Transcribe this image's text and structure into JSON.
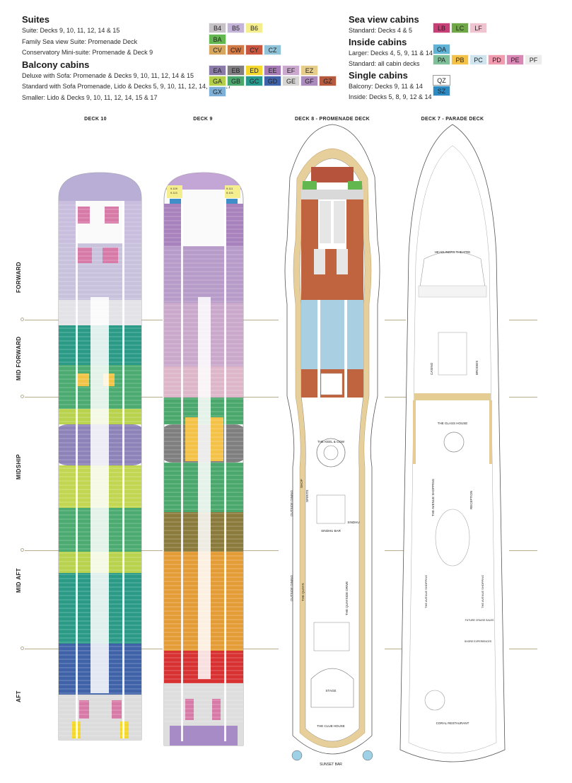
{
  "legend": {
    "suites": {
      "heading": "Suites",
      "lines": [
        "Suite: Decks 9, 10, 11, 12, 14 & 15",
        "Family Sea view Suite: Promenade Deck",
        "Conservatory Mini-suite: Promenade & Deck 9"
      ],
      "rows": [
        [
          "B4",
          "B5",
          "B6"
        ],
        [
          "BA"
        ],
        [
          "CV",
          "CW",
          "CY",
          "CZ"
        ]
      ]
    },
    "balcony": {
      "heading": "Balcony cabins",
      "lines": [
        "Deluxe with Sofa: Promenade & Decks 9, 10, 11, 12, 14 & 15",
        "Standard with Sofa Promenade, Lido & Decks 5, 9, 10, 11, 12, 14, 15 & 17",
        "Smaller: Lido & Decks 9, 10, 11, 12, 14, 15 & 17"
      ],
      "rows": [
        [
          "EA",
          "EB",
          "ED",
          "EE",
          "EF",
          "EZ"
        ],
        [
          "GA",
          "GB",
          "GC",
          "GD",
          "GE",
          "GF",
          "GZ"
        ],
        [
          "GX"
        ]
      ]
    },
    "sea_view": {
      "heading": "Sea view cabins",
      "lines": [
        "Standard: Decks 4 & 5"
      ],
      "rows": [
        [
          "LB",
          "LC",
          "LF"
        ]
      ]
    },
    "inside": {
      "heading": "Inside cabins",
      "lines": [
        "Larger: Decks 4, 5, 9, 11 & 14",
        "Standard: all cabin decks"
      ],
      "rows": [
        [
          "OA"
        ],
        [
          "PA",
          "PB",
          "PC",
          "PD",
          "PE",
          "PF"
        ]
      ]
    },
    "single": {
      "heading": "Single cabins",
      "lines": [
        "Balcony: Decks 9, 11 & 14",
        "Inside: Decks 5, 8, 9, 12 & 14"
      ],
      "rows": [
        [
          "QZ"
        ],
        [
          "SZ"
        ]
      ]
    }
  },
  "chip_colors": {
    "B4": "#c7c2c5",
    "B5": "#c4b4d8",
    "B6": "#f5ee8f",
    "BA": "#62b74e",
    "CV": "#d6a65c",
    "CW": "#d27a45",
    "CY": "#c9553f",
    "CZ": "#8fc3d8",
    "EA": "#8a7aa8",
    "EB": "#807e80",
    "ED": "#f3d72a",
    "EE": "#a67bb5",
    "EF": "#cba9cf",
    "EZ": "#e7cd8a",
    "GA": "#b3cf4a",
    "GB": "#4aa86d",
    "GC": "#27988e",
    "GD": "#3f62a8",
    "GE": "#d7d5d3",
    "GF": "#ab8bbb",
    "GZ": "#b5593f",
    "GX": "#7cb0d8",
    "LB": "#c83e77",
    "LC": "#6fa747",
    "LF": "#f0c3d1",
    "OA": "#5fb3d7",
    "PA": "#7fc09b",
    "PB": "#f3c247",
    "PC": "#cfe4ee",
    "PD": "#f09bb0",
    "PE": "#d988b5",
    "PF": "#ececec",
    "QZ": "#ffffff",
    "SZ": "#2e8ac2"
  },
  "decks": [
    {
      "title": "DECK 10"
    },
    {
      "title": "DECK 9"
    },
    {
      "title": "DECK 8 - PROMENADE DECK"
    },
    {
      "title": "DECK 7 - PARADE DECK"
    }
  ],
  "zones": [
    "FORWARD",
    "MID FORWARD",
    "MIDSHIP",
    "MID AFT",
    "AFT"
  ],
  "venues": {
    "headliners": "HEADLINERS THEATRE",
    "casino": "CASINO",
    "brodies": "BRODIES",
    "glass_house": "THE GLASS HOUSE",
    "avenue_shopping": "THE AVENUE SHOPPING",
    "reception": "RECEPTION",
    "coral": "CORAL RESTAURANT",
    "keel_cow": "THE KEEL & COW",
    "sindhu": "SINDHU",
    "sindhu_bar": "SINDHU BAR",
    "quays": "THE QUAYS",
    "quayside_drive": "THE QUAYSIDE DRIVE",
    "stage": "STAGE",
    "club_house": "THE CLUB HOUSE",
    "sunset_bar": "SUNSET BAR",
    "outside_dining": "OUTSIDE DINING",
    "deck_dining": "OUTSIDE DINING",
    "spirits": "SPIRITS",
    "shop": "SHOP",
    "shore_experiences": "SHORE EXPERIENCES",
    "future_cruise_sales": "FUTURE CRUISE SALES"
  },
  "deck9_bow_cabins": [
    "9.109",
    "9.113",
    "9.111",
    "9.101"
  ]
}
